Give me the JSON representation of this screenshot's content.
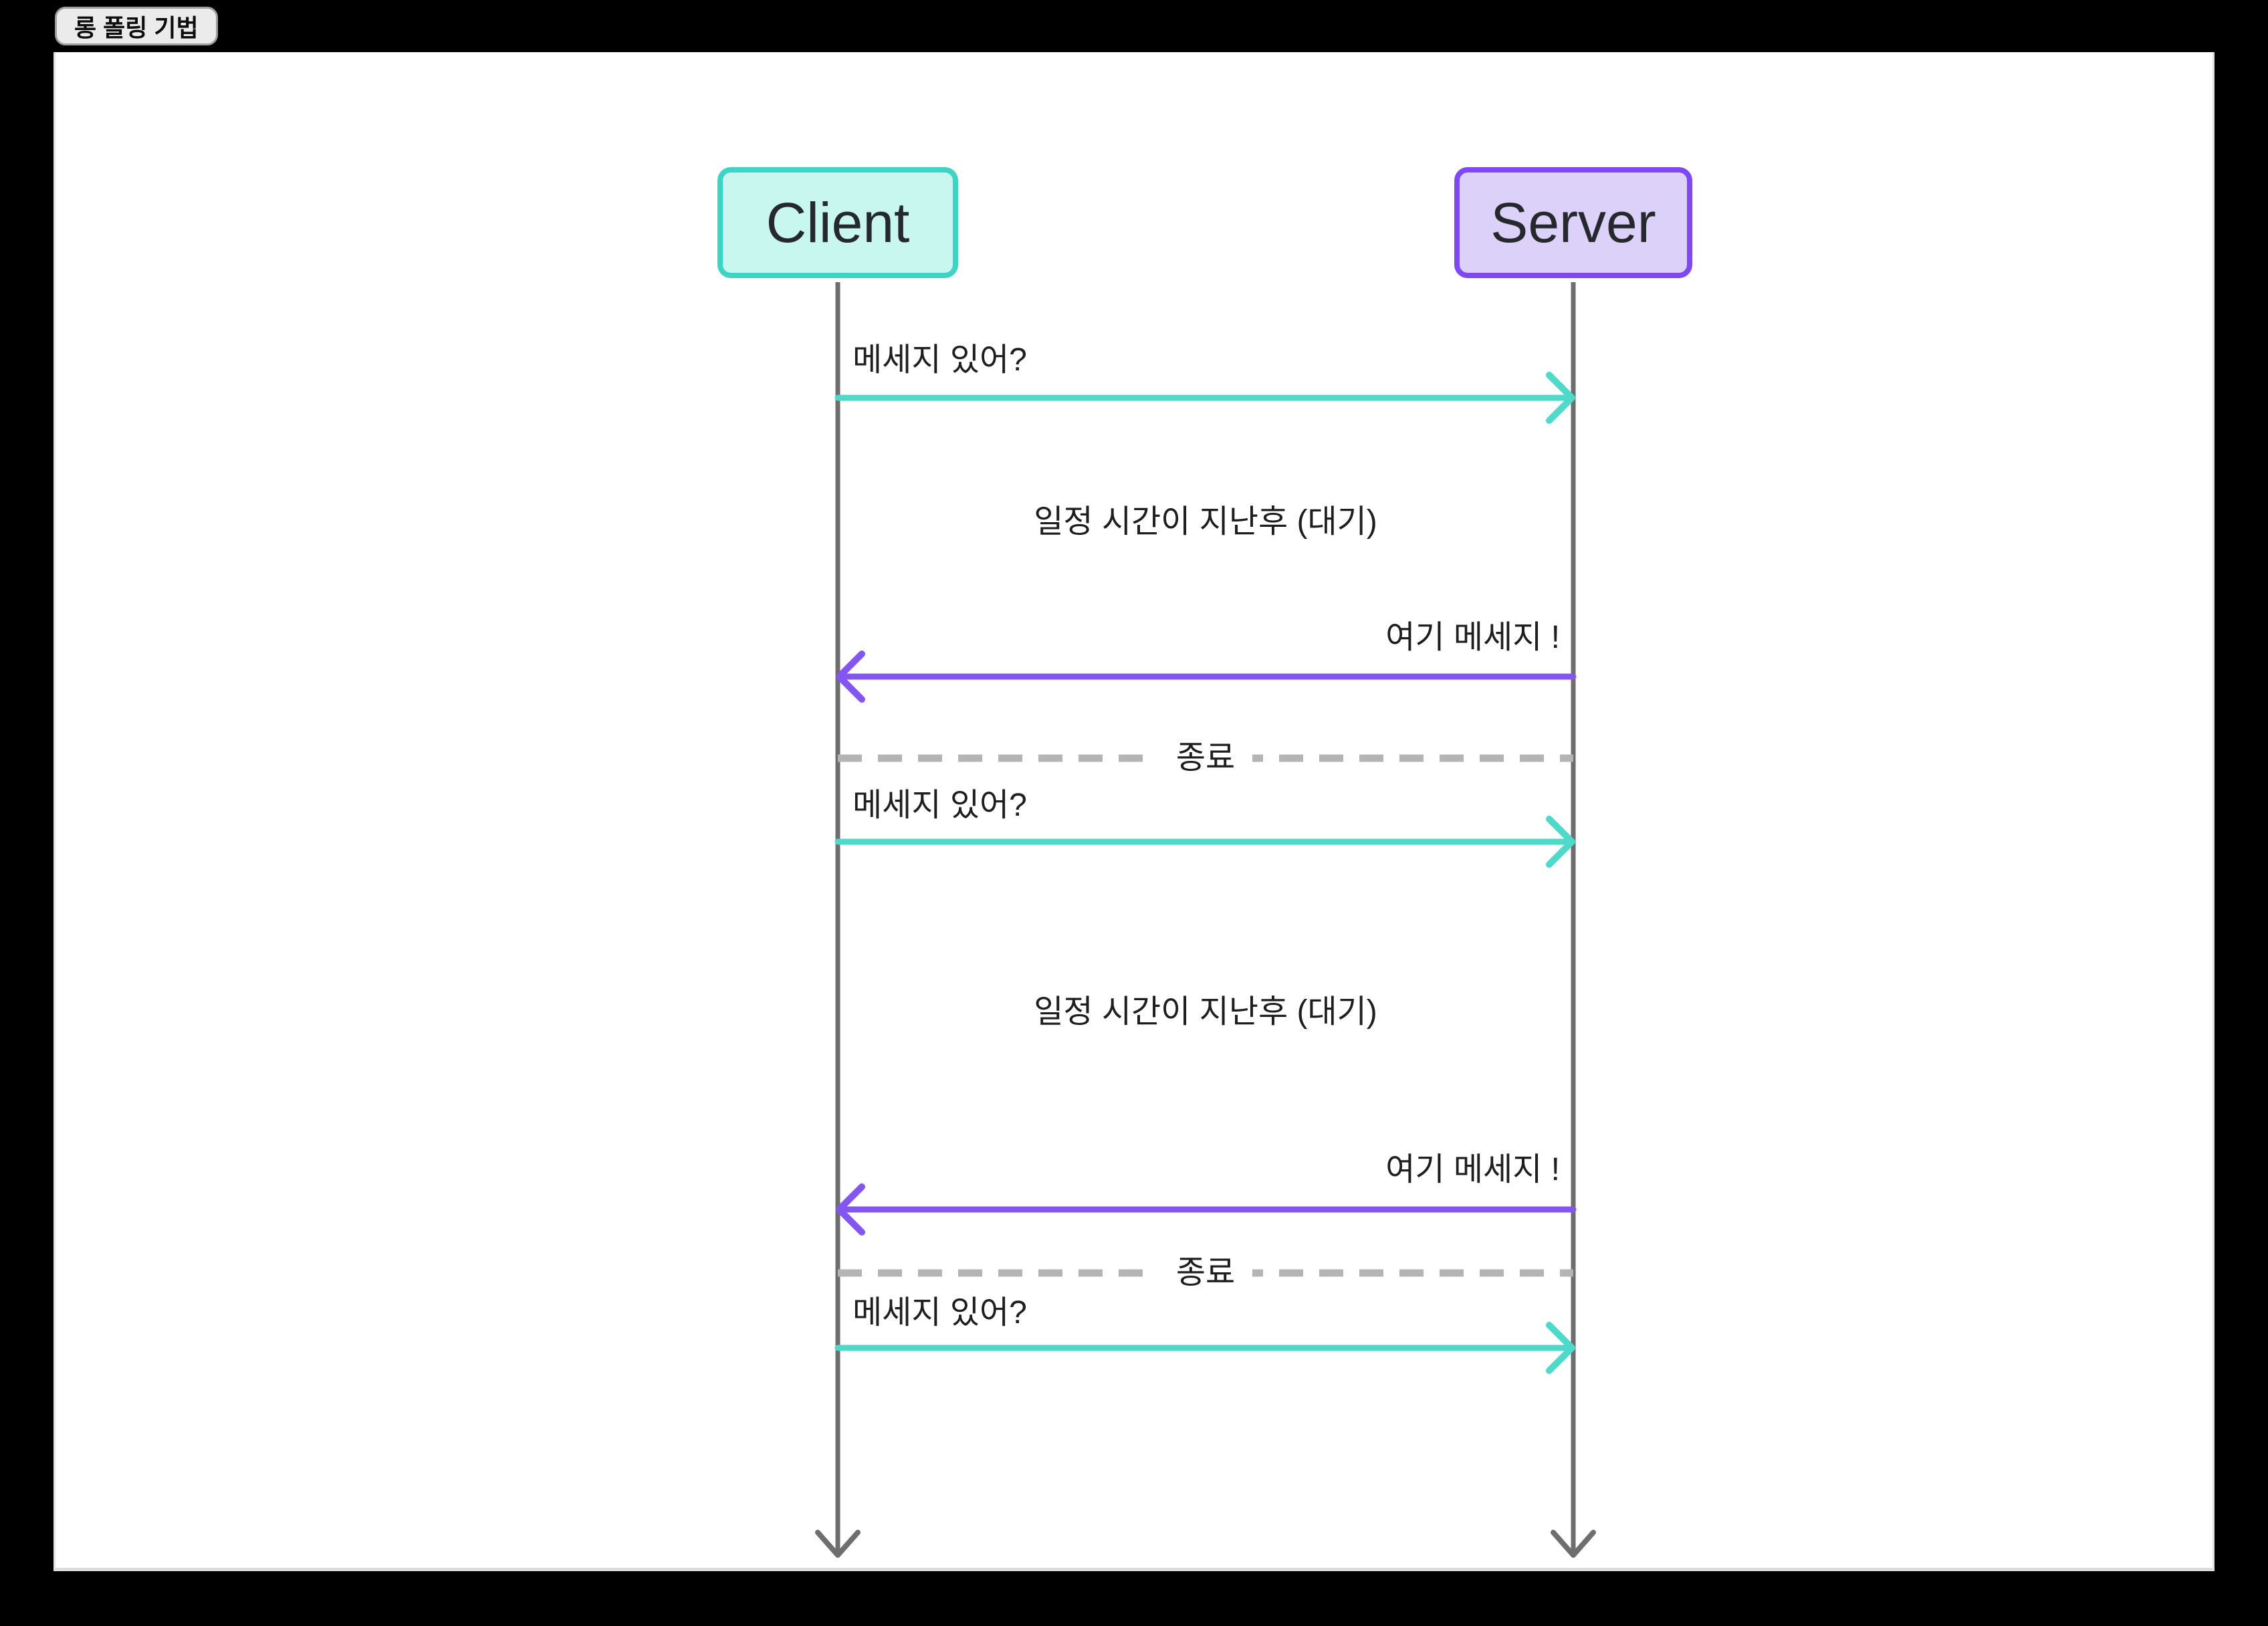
{
  "badge": {
    "label": "롱 폴링 기법"
  },
  "actors": {
    "client": {
      "label": "Client"
    },
    "server": {
      "label": "Server"
    }
  },
  "sequence": {
    "msg1": {
      "label": "메세지 있어?",
      "from": "Client",
      "to": "Server",
      "line": "solid",
      "color": "#4FD9C8"
    },
    "wait1": {
      "label": "일정 시간이 지난후 (대기)",
      "type": "note"
    },
    "msg2": {
      "label": "여기 메세지 !",
      "from": "Server",
      "to": "Client",
      "line": "solid",
      "color": "#8456F0"
    },
    "divider1": {
      "label": "종료",
      "type": "dashed-divider",
      "color": "#B4B4B4"
    },
    "msg3": {
      "label": "메세지 있어?",
      "from": "Client",
      "to": "Server",
      "line": "solid",
      "color": "#4FD9C8"
    },
    "wait2": {
      "label": "일정 시간이 지난후 (대기)",
      "type": "note"
    },
    "msg4": {
      "label": "여기 메세지 !",
      "from": "Server",
      "to": "Client",
      "line": "solid",
      "color": "#8456F0"
    },
    "divider2": {
      "label": "종료",
      "type": "dashed-divider",
      "color": "#B4B4B4"
    },
    "msg5": {
      "label": "메세지 있어?",
      "from": "Client",
      "to": "Server",
      "line": "solid",
      "color": "#4FD9C8"
    }
  },
  "colors": {
    "teal_arrow": "#4FD9C8",
    "purple_arrow": "#8456F0",
    "client_box_fill": "#C8F7F0",
    "client_box_border": "#3ED4C3",
    "server_box_fill": "#DCD1F8",
    "server_box_border": "#7E49F2",
    "lifeline": "#6E6E6E",
    "divider_dash": "#B4B4B4",
    "text": "#1E1E1E",
    "canvas_background": "#FFFFFF",
    "page_background": "#000000"
  }
}
